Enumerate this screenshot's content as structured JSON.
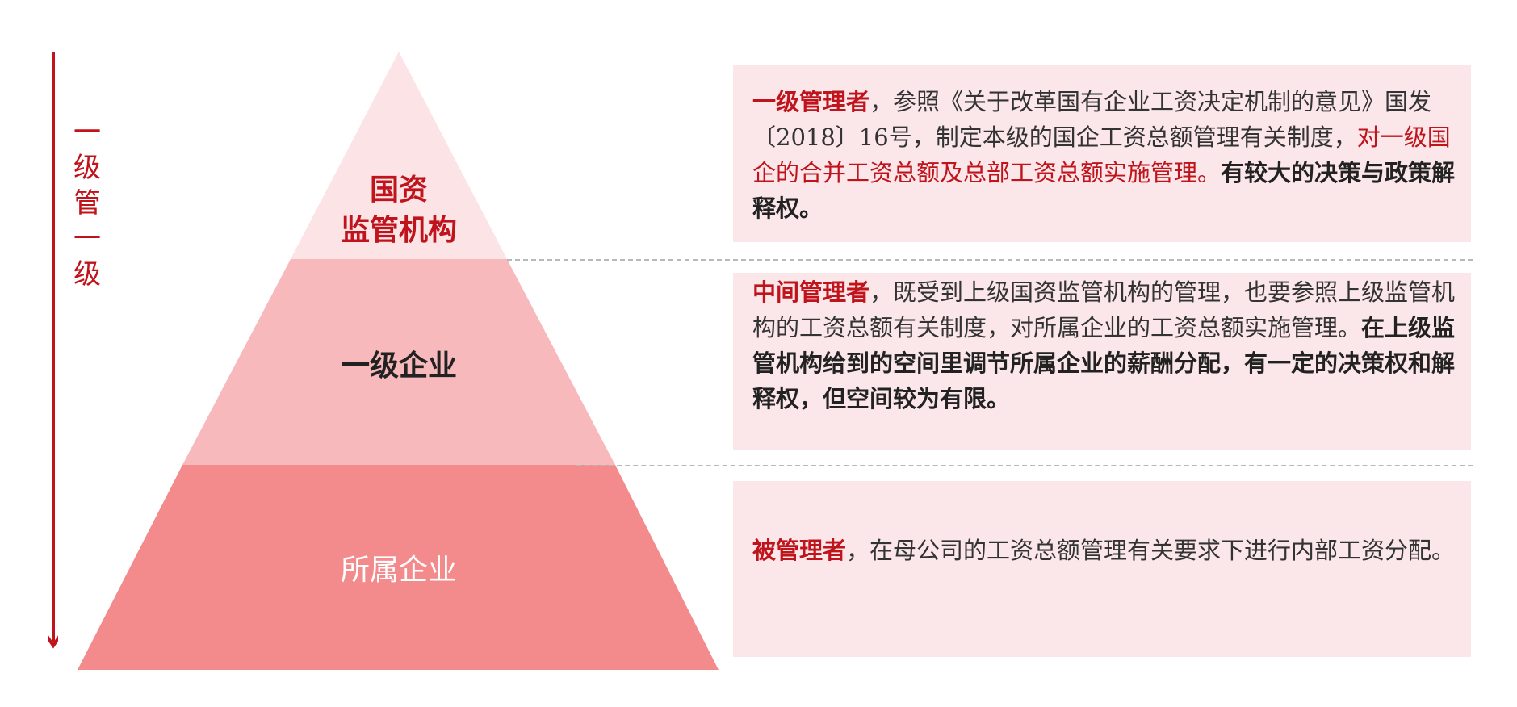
{
  "side_label": [
    "一",
    "级",
    "管",
    "一",
    "级"
  ],
  "pyramid": {
    "tier1": [
      "国资",
      "监管机构"
    ],
    "tier2": "一级企业",
    "tier3": "所属企业"
  },
  "descriptions": {
    "tier1": {
      "role": "一级管理者",
      "text1": "，参照《关于改革国有企业工资决定机制的意见》国发〔2018〕16号，制定本级的国企工资总额管理有关制度，",
      "highlight": "对一级国企的合并工资总额及总部工资总额实施管理。",
      "bold": "有较大的决策与政策解释权。"
    },
    "tier2": {
      "role": "中间管理者",
      "text1": "，既受到上级国资监管机构的管理，也要参照上级监管机构的工资总额有关制度，对所属企业的工资总额实施管理。",
      "bold": "在上级监管机构给到的空间里调节所属企业的薪酬分配，有一定的决策权和解释权，但空间较为有限。"
    },
    "tier3": {
      "role": "被管理者",
      "text1": "，在母公司的工资总额管理有关要求下进行内部工资分配。"
    }
  },
  "colors": {
    "accent_red": "#c0141c",
    "tier1_fill": "#fbe3e6",
    "tier2_fill": "#f8b9bd",
    "tier3_fill": "#f38a8c",
    "box_fill": "#fbe7ea"
  }
}
